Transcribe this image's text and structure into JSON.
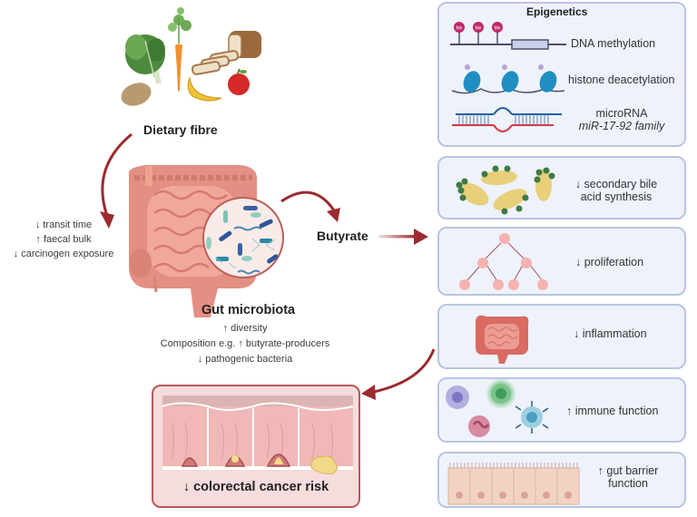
{
  "diet": {
    "title": "Dietary fibre",
    "foods": [
      "leafy greens",
      "carrot",
      "bread",
      "potato",
      "banana",
      "apple"
    ]
  },
  "transit_effects": [
    "↓ transit time",
    "↑ faecal bulk",
    "↓ carcinogen exposure"
  ],
  "microbiota": {
    "title": "Gut microbiota",
    "effects": [
      "↑ diversity",
      "Composition e.g. ↑ butyrate-producers",
      "↓ pathogenic bacteria"
    ]
  },
  "butyrate": {
    "label": "Butyrate"
  },
  "outcome": {
    "label": "↓ colorectal cancer risk"
  },
  "panels": {
    "epigenetics": {
      "title": "Epigenetics",
      "methyl_tag": "Me",
      "items": [
        {
          "label": "DNA methylation"
        },
        {
          "label": "histone deacetylation"
        },
        {
          "label": "microRNA",
          "sublabel": "miR-17-92 family"
        }
      ]
    },
    "bile_acid": {
      "label_line1": "↓ secondary bile",
      "label_line2": "acid synthesis"
    },
    "proliferation": {
      "label": "↓ proliferation"
    },
    "inflammation": {
      "label": "↓ inflammation"
    },
    "immune": {
      "label": "↑ immune function"
    },
    "barrier": {
      "label_line1": "↑ gut barrier",
      "label_line2": "function"
    }
  },
  "colors": {
    "arrow": "#9b2b30",
    "panel_bg": "#eef2fb",
    "panel_border": "#b9c4e3",
    "outcome_bg": "#f6dcdc",
    "outcome_border": "#b9575a",
    "gut": "#e7968a"
  }
}
